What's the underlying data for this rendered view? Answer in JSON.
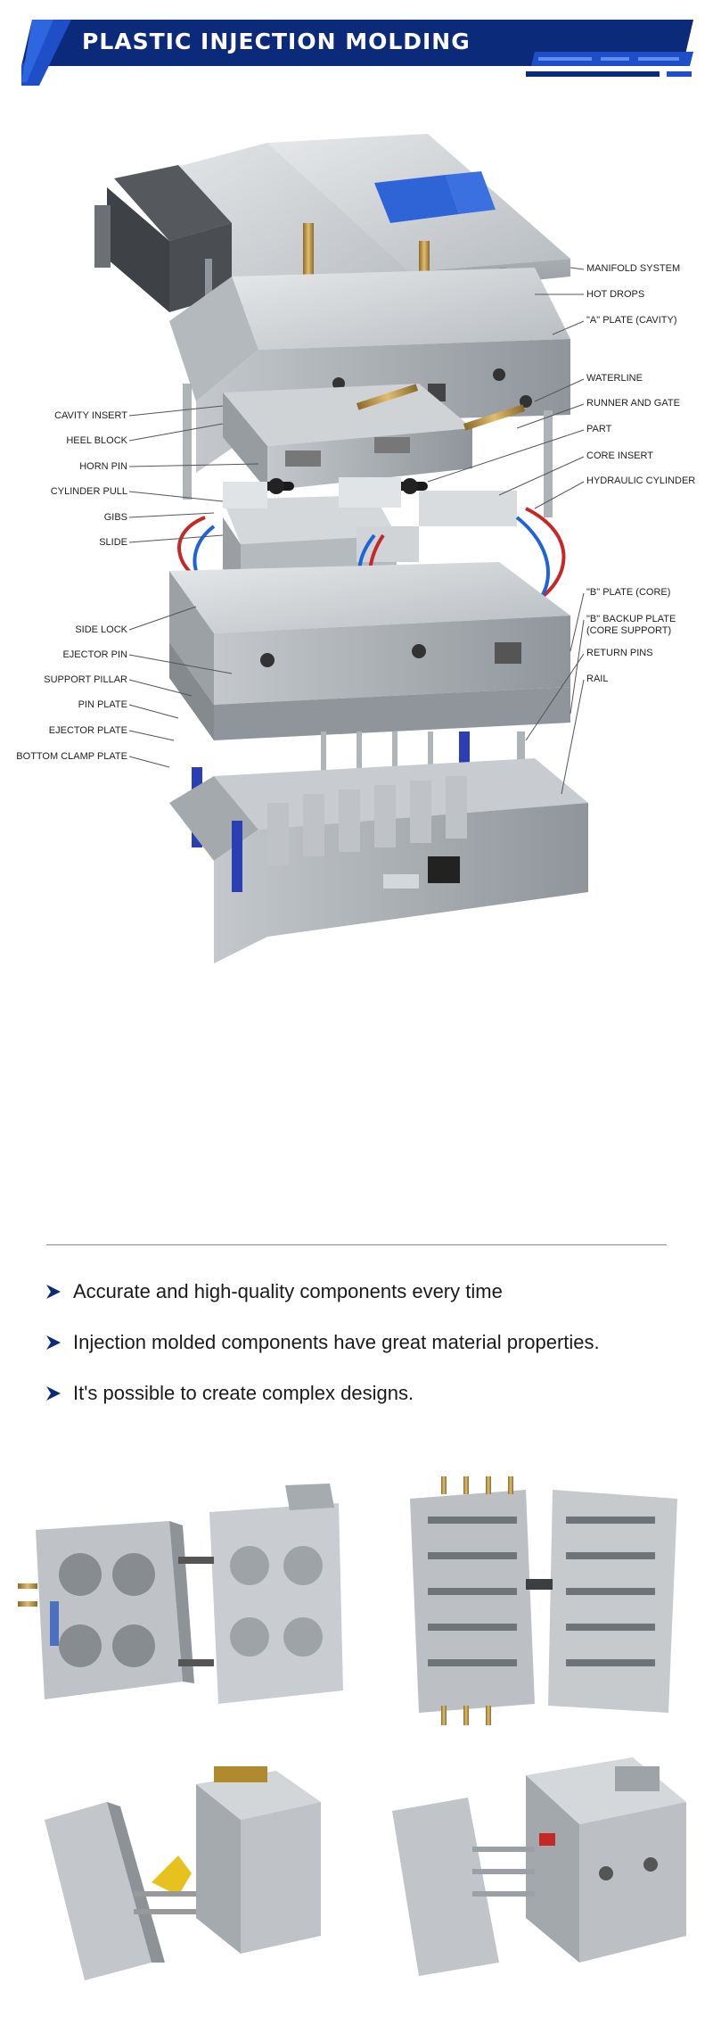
{
  "banner": {
    "title": "PLASTIC INJECTION MOLDING",
    "colors": {
      "navy": "#0c2a7a",
      "blue": "#1f4fc8",
      "stripe": "#2e66e0"
    }
  },
  "diagram": {
    "labels_right": [
      "MANIFOLD SYSTEM",
      "HOT DROPS",
      "\"A\" PLATE (CAVITY)",
      "WATERLINE",
      "RUNNER AND GATE",
      "PART",
      "CORE INSERT",
      "HYDRAULIC CYLINDER",
      "\"B\" PLATE (CORE)",
      "\"B\" BACKUP PLATE",
      "(CORE SUPPORT)",
      "RETURN PINS",
      "RAIL"
    ],
    "labels_left": [
      "CAVITY INSERT",
      "HEEL BLOCK",
      "HORN PIN",
      "CYLINDER PULL",
      "GIBS",
      "SLIDE",
      "SIDE LOCK",
      "EJECTOR PIN",
      "SUPPORT PILLAR",
      "PIN PLATE",
      "EJECTOR PLATE",
      "BOTTOM CLAMP PLATE"
    ]
  },
  "features": [
    "Accurate and high-quality components every time",
    "Injection molded components have great material properties.",
    "It's possible to create complex designs."
  ],
  "photos": [
    {
      "icon": "two-half-mold-photo-icon"
    },
    {
      "icon": "multi-cavity-mold-photo-icon"
    },
    {
      "icon": "open-mold-with-part-photo-icon"
    },
    {
      "icon": "slide-core-mold-photo-icon"
    }
  ]
}
